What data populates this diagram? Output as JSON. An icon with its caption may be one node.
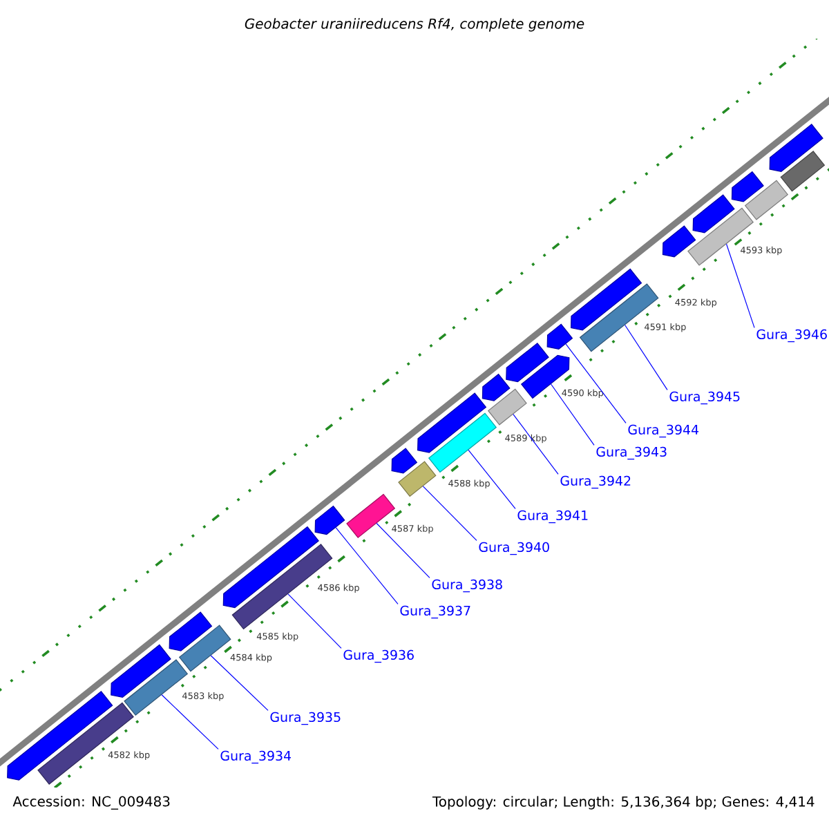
{
  "diagram": {
    "title": "Geobacter uraniireducens Rf4, complete genome",
    "nodes": [
      {
        "text": [
          "Gura_3934"
        ]
      },
      {
        "text": [],
        "shape": "bar"
      },
      {
        "text": [
          "Gura_3935"
        ]
      },
      {
        "text": [],
        "shape": "bar"
      },
      {
        "text": [
          "Gura_3936"
        ]
      },
      {
        "text": [],
        "shape": "bar"
      },
      {
        "text": [
          "Gura_3937"
        ]
      },
      {
        "text": [],
        "shape": "pentagon"
      },
      {
        "text": [
          "Gura_3938"
        ]
      },
      {
        "text": [],
        "shape": "bar"
      },
      {
        "text": [
          "Gura_3940"
        ]
      },
      {
        "text": [],
        "shape": "bar"
      },
      {
        "text": [
          "Gura_3941"
        ]
      },
      {
        "text": [],
        "shape": "bar"
      },
      {
        "text": [
          "Gura_3942"
        ]
      },
      {
        "text": [],
        "shape": "bar"
      },
      {
        "text": [
          "Gura_3943"
        ]
      },
      {
        "text": [],
        "shape": "pentagon"
      },
      {
        "text": [
          "Gura_3944"
        ]
      },
      {
        "text": [],
        "shape": "pentagon"
      },
      {
        "text": [
          "Gura_3945"
        ]
      },
      {
        "text": [],
        "shape": "bar"
      },
      {
        "text": [
          "Gura_3946"
        ]
      },
      {
        "text": [],
        "shape": "bar"
      },
      {
        "text": [],
        "shape": "bar"
      },
      {
        "text": [],
        "shape": "pentagon"
      },
      {
        "text": [],
        "shape": "pentagon"
      },
      {
        "text": [],
        "shape": "pentagon"
      },
      {
        "text": [],
        "shape": "pentagon"
      },
      {
        "text": [],
        "shape": "pentagon"
      },
      {
        "text": [],
        "shape": "pentagon"
      },
      {
        "text": [],
        "shape": "pentagon"
      },
      {
        "text": [],
        "shape": "pentagon"
      },
      {
        "text": [],
        "shape": "pentagon"
      },
      {
        "text": [],
        "shape": "pentagon"
      },
      {
        "text": [],
        "shape": "pentagon"
      },
      {
        "text": [],
        "shape": "pentagon"
      },
      {
        "text": [],
        "shape": "bar"
      },
      {
        "text": [],
        "shape": "pentagon"
      },
      {
        "text": [],
        "shape": "bar"
      }
    ],
    "edges": [
      {
        "from": 0,
        "to": 1,
        "arrow": "none"
      },
      {
        "from": 2,
        "to": 3,
        "arrow": "none"
      },
      {
        "from": 4,
        "to": 5,
        "arrow": "none"
      },
      {
        "from": 6,
        "to": 7,
        "arrow": "none"
      },
      {
        "from": 8,
        "to": 9,
        "arrow": "none"
      },
      {
        "from": 10,
        "to": 11,
        "arrow": "none"
      },
      {
        "from": 12,
        "to": 13,
        "arrow": "none"
      },
      {
        "from": 14,
        "to": 15,
        "arrow": "none"
      },
      {
        "from": 16,
        "to": 17,
        "arrow": "none"
      },
      {
        "from": 18,
        "to": 19,
        "arrow": "none"
      },
      {
        "from": 20,
        "to": 21,
        "arrow": "none"
      },
      {
        "from": 22,
        "to": 23,
        "arrow": "none"
      }
    ],
    "labels": [
      "4582 kbp",
      "4583 kbp",
      "4584 kbp",
      "4585 kbp",
      "4586 kbp",
      "4587 kbp",
      "4588 kbp",
      "4589 kbp",
      "4590 kbp",
      "4591 kbp",
      "4592 kbp",
      "4593 kbp",
      "Accession: NC_009483",
      "Topology: circular; Length: 5,136,364 bp; Genes: 4,414"
    ]
  }
}
